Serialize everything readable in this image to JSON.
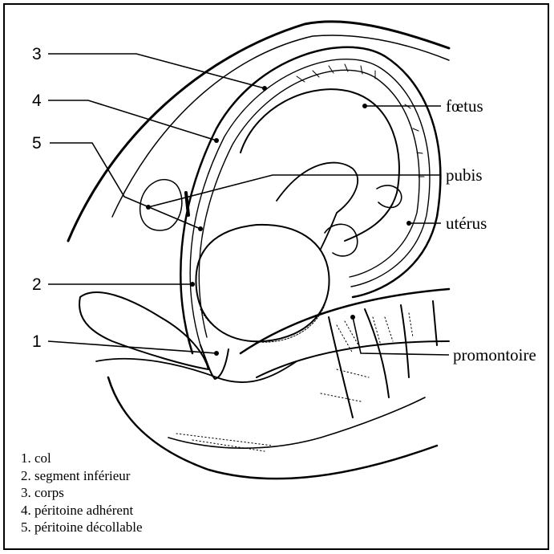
{
  "callouts": {
    "n3": "3",
    "n4": "4",
    "n5": "5",
    "n2": "2",
    "n1": "1",
    "foetus": "fœtus",
    "pubis": "pubis",
    "uterus": "utérus",
    "promontoire": "promontoire"
  },
  "legend": [
    "1. col",
    "2. segment inférieur",
    "3. corps",
    "4. péritoine adhérent",
    "5. péritoine décollable"
  ]
}
